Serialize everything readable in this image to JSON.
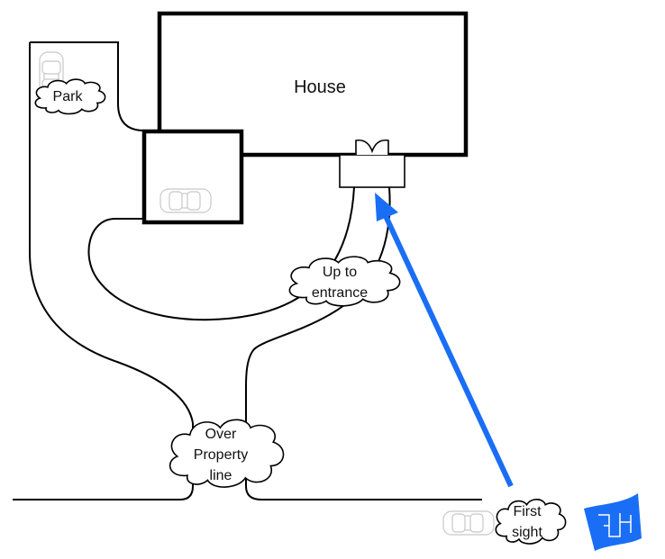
{
  "labels": {
    "house": "House",
    "park": "Park",
    "entrance": [
      "Up to",
      "entrance"
    ],
    "property": [
      "Over",
      "Property",
      "line"
    ],
    "first_sight": [
      "First",
      "sight"
    ]
  },
  "icons": [
    "car-icon",
    "map-icon",
    "arrow-icon",
    "cloud-callout"
  ],
  "colors": {
    "arrow": "#1a6ef5",
    "map": "#1a6ef5"
  }
}
